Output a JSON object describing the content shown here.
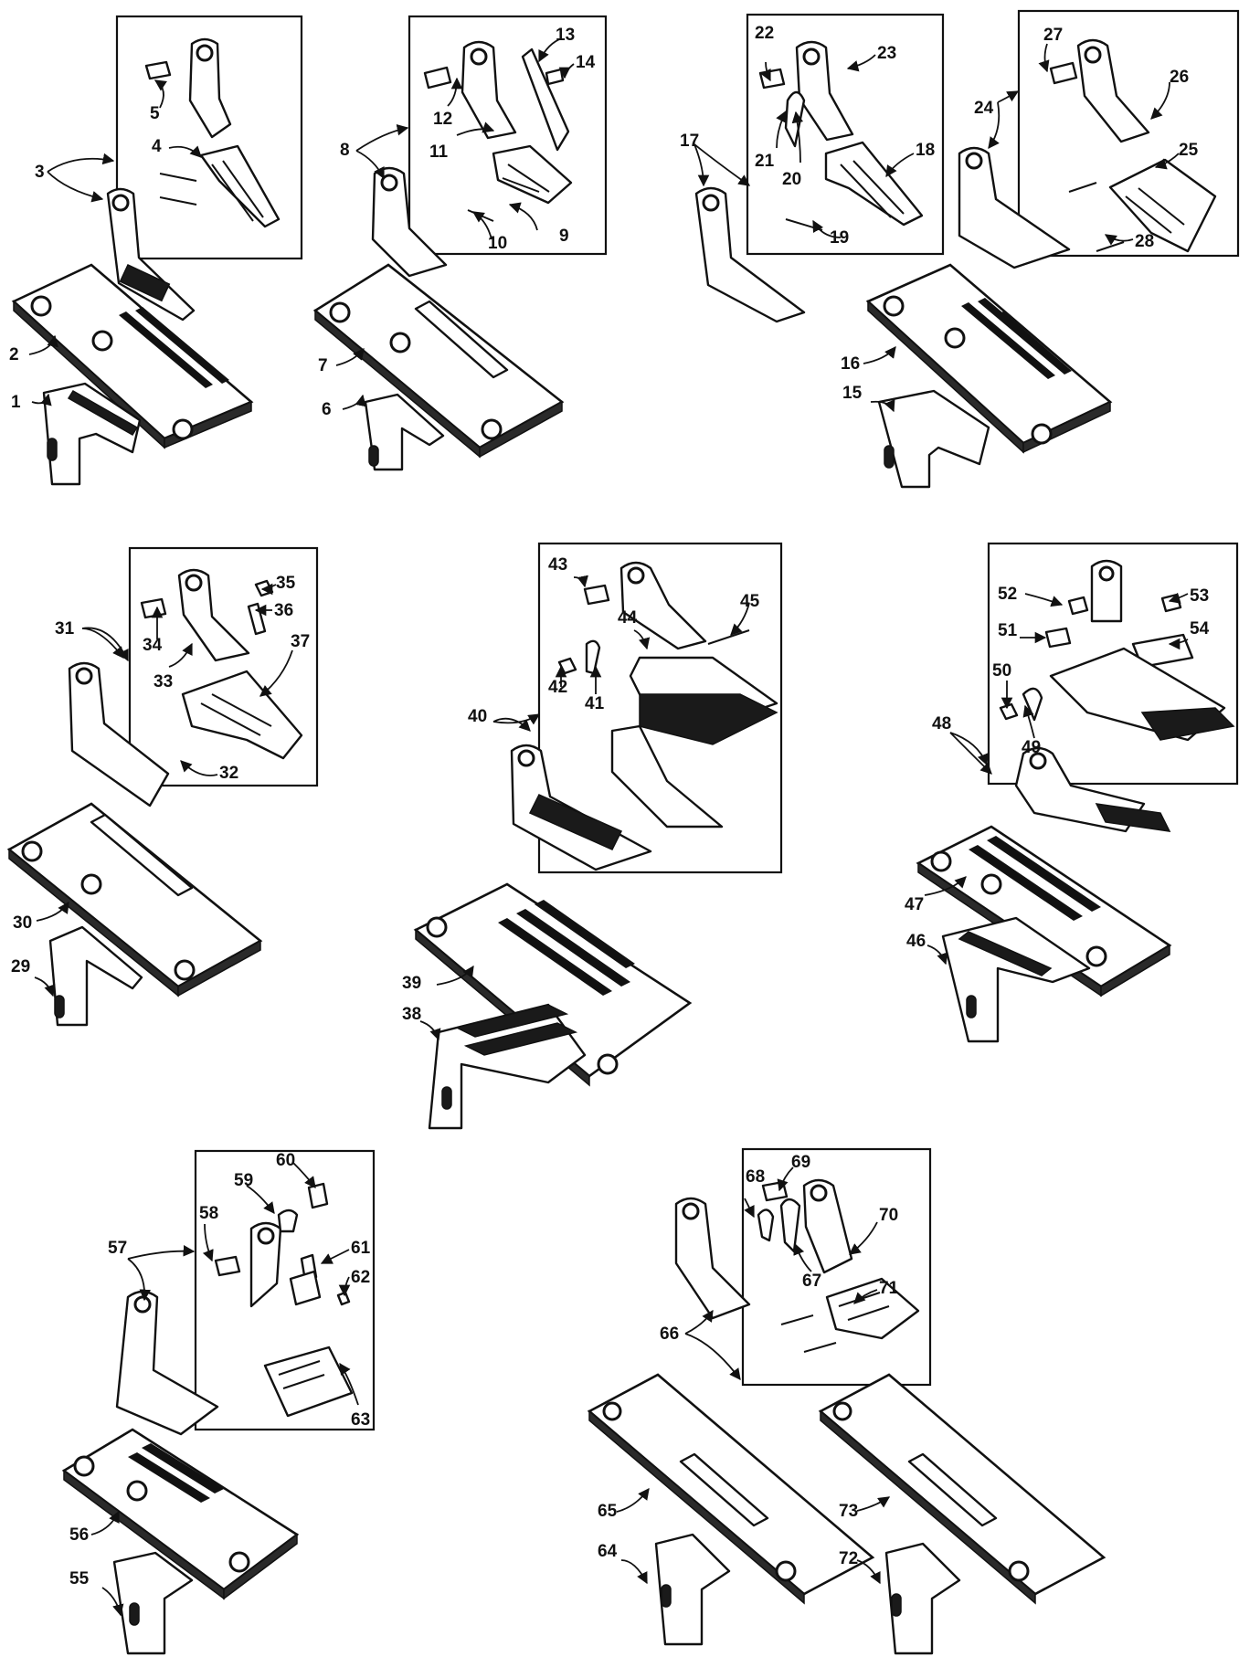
{
  "figure": {
    "description_labels": "Parts callouts 1-73",
    "groups": [
      {
        "id": "g1",
        "labels": [
          "1",
          "2",
          "3",
          "4",
          "5"
        ]
      },
      {
        "id": "g2",
        "labels": [
          "6",
          "7",
          "8",
          "9",
          "10",
          "11",
          "12",
          "13",
          "14"
        ]
      },
      {
        "id": "g3",
        "labels": [
          "15",
          "16",
          "17",
          "18",
          "19",
          "20",
          "21",
          "22",
          "23",
          "24",
          "25",
          "26",
          "27",
          "28"
        ]
      },
      {
        "id": "g4",
        "labels": [
          "29",
          "30",
          "31",
          "32",
          "33",
          "34",
          "35",
          "36",
          "37"
        ]
      },
      {
        "id": "g5",
        "labels": [
          "38",
          "39",
          "40",
          "41",
          "42",
          "43",
          "44",
          "45"
        ]
      },
      {
        "id": "g6",
        "labels": [
          "46",
          "47",
          "48",
          "49",
          "50",
          "51",
          "52",
          "53",
          "54"
        ]
      },
      {
        "id": "g7",
        "labels": [
          "55",
          "56",
          "57",
          "58",
          "59",
          "60",
          "61",
          "62",
          "63"
        ]
      },
      {
        "id": "g8",
        "labels": [
          "64",
          "65",
          "66",
          "67",
          "68",
          "69",
          "70",
          "71",
          "72",
          "73"
        ]
      }
    ]
  },
  "labels": {
    "l1": "1",
    "l2": "2",
    "l3": "3",
    "l4": "4",
    "l5": "5",
    "l6": "6",
    "l7": "7",
    "l8": "8",
    "l9": "9",
    "l10": "10",
    "l11": "11",
    "l12": "12",
    "l13": "13",
    "l14": "14",
    "l15": "15",
    "l16": "16",
    "l17": "17",
    "l18": "18",
    "l19": "19",
    "l20": "20",
    "l21": "21",
    "l22": "22",
    "l23": "23",
    "l24": "24",
    "l25": "25",
    "l26": "26",
    "l27": "27",
    "l28": "28",
    "l29": "29",
    "l30": "30",
    "l31": "31",
    "l32": "32",
    "l33": "33",
    "l34": "34",
    "l35": "35",
    "l36": "36",
    "l37": "37",
    "l38": "38",
    "l39": "39",
    "l40": "40",
    "l41": "41",
    "l42": "42",
    "l43": "43",
    "l44": "44",
    "l45": "45",
    "l46": "46",
    "l47": "47",
    "l48": "48",
    "l49": "49",
    "l50": "50",
    "l51": "51",
    "l52": "52",
    "l53": "53",
    "l54": "54",
    "l55": "55",
    "l56": "56",
    "l57": "57",
    "l58": "58",
    "l59": "59",
    "l60": "60",
    "l61": "61",
    "l62": "62",
    "l63": "63",
    "l64": "64",
    "l65": "65",
    "l66": "66",
    "l67": "67",
    "l68": "68",
    "l69": "69",
    "l70": "70",
    "l71": "71",
    "l72": "72",
    "l73": "73"
  }
}
